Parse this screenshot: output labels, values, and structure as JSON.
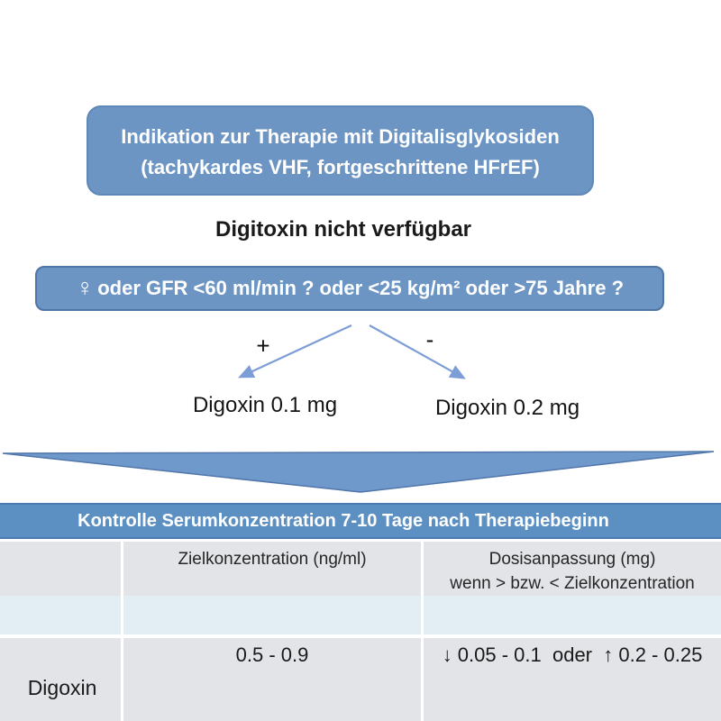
{
  "diagram": {
    "title_box": {
      "line1": "Indikation zur Therapie mit Digitalisglykosiden",
      "line2": "(tachykardes VHF, fortgeschrittene HFrEF)"
    },
    "availability_note": "Digitoxin nicht verfügbar",
    "criteria_box": {
      "symbol": "♀",
      "text": "oder GFR <60 ml/min ? oder <25 kg/m² oder >75 Jahre ?"
    },
    "branches": {
      "positive_label": "+",
      "negative_label": "-",
      "positive_result": "Digoxin 0.1 mg",
      "negative_result": "Digoxin 0.2 mg"
    }
  },
  "table": {
    "title": "Kontrolle Serumkonzentration 7-10 Tage nach Therapiebeginn",
    "columns": {
      "col1_header": "",
      "col2_header": "Zielkonzentration (ng/ml)",
      "col3_header_line1": "Dosisanpassung (mg)",
      "col3_header_line2": "wenn > bzw. < Zielkonzentration"
    },
    "rows": [
      {
        "drug": "Digoxin",
        "target_concentration": "0.5 - 0.9",
        "dose_adjustment": "↓ 0.05 - 0.1  oder  ↑ 0.2 - 0.25"
      }
    ]
  },
  "colors": {
    "node_fill": "#6d95c4",
    "node_border": "#4e75a6",
    "branch_arrow": "#7d9dd6",
    "chevron_fill": "#7099cb",
    "chevron_border": "#5076ac",
    "table_header_bar": "#5d90c2",
    "row_gray": "#e2e4e8",
    "row_light_blue": "#e3edf4",
    "text_dark": "#1f1f1f"
  }
}
